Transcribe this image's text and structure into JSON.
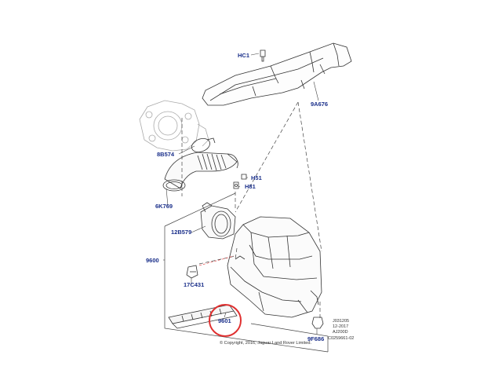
{
  "diagram": {
    "callouts": {
      "hc1": "HC1",
      "9a676": "9A676",
      "8b574": "8B574",
      "h51": "H51",
      "h81": "H81",
      "6k769": "6K769",
      "12b579": "12B579",
      "9600": "9600",
      "17c431": "17C431",
      "9601": "9601",
      "9f686": "9F686"
    },
    "reference_lines": [
      "J031205",
      "12-2017",
      "AJ200D",
      "C0259661-02"
    ],
    "copyright": "© Copyright, 2016, Jaguar Land Rover Limited.",
    "highlight": {
      "target": "9601",
      "color": "#e03030"
    }
  }
}
